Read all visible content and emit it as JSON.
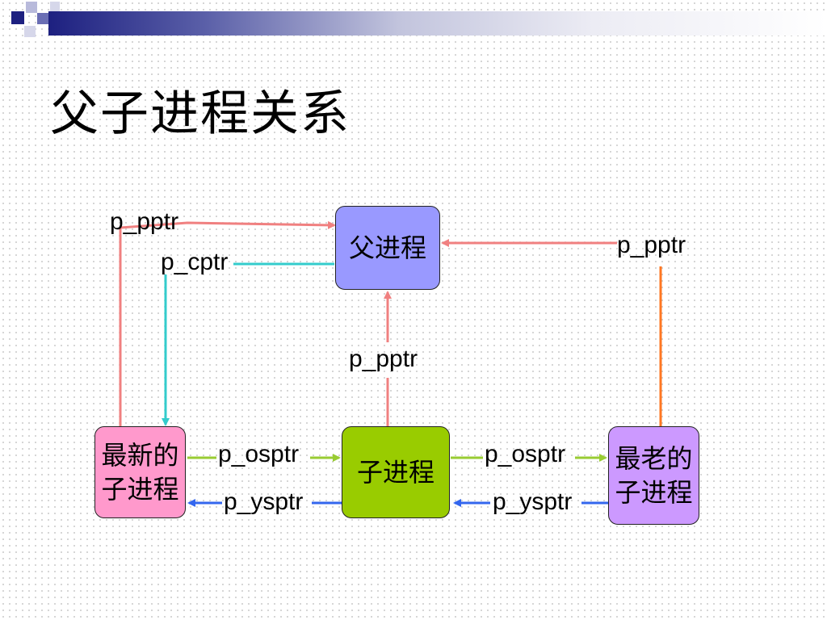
{
  "title": "父子进程关系",
  "nodes": {
    "parent": "父进程",
    "child": "子进程",
    "youngest_line1": "最新的",
    "youngest_line2": "子进程",
    "oldest_line1": "最老的",
    "oldest_line2": "子进程"
  },
  "edge_labels": {
    "pptr_youngest": "p_pptr",
    "cptr": "p_cptr",
    "pptr_oldest": "p_pptr",
    "pptr_child": "p_pptr",
    "osptr_left": "p_osptr",
    "ysptr_left": "p_ysptr",
    "osptr_right": "p_osptr",
    "ysptr_right": "p_ysptr"
  },
  "colors": {
    "parent_fill": "#9999ff",
    "child_fill": "#99cc00",
    "youngest_fill": "#ff99cc",
    "oldest_fill": "#cc99ff",
    "pptr": "#f08080",
    "cptr": "#33cccc",
    "osptr": "#99cc33",
    "ysptr": "#3366ee",
    "oldest_pptr": "#ff7722",
    "header_band": "#1d2080"
  }
}
